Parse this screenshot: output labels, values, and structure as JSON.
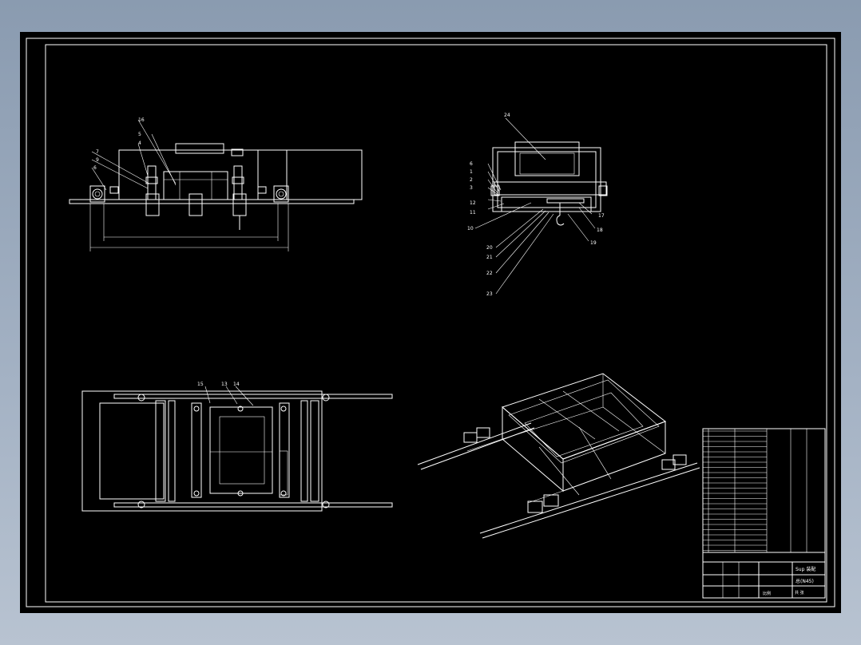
{
  "colors": {
    "background": "#8a9bb0",
    "sheet": "#000000",
    "line": "#ffffff"
  },
  "views": {
    "front": {
      "balloons": [
        "16",
        "5",
        "4",
        "7",
        "9",
        "6"
      ]
    },
    "side": {
      "balloons": [
        "24",
        "6",
        "1",
        "2",
        "3",
        "12",
        "11",
        "10",
        "20",
        "21",
        "22",
        "23",
        "17",
        "18",
        "19"
      ]
    },
    "top": {
      "balloons": [
        "15",
        "13",
        "14"
      ]
    }
  },
  "title_block": {
    "drawing_title": "Sup 装配",
    "drawing_number": "总(N45)",
    "scale_label": "比例",
    "sheet_label": "共  张"
  }
}
